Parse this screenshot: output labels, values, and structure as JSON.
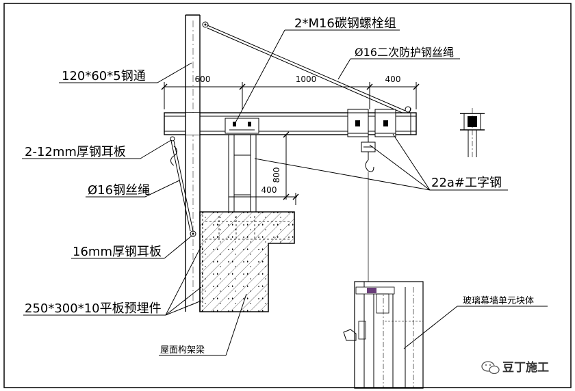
{
  "labels": {
    "bolt_group": "2*M16碳钢螺栓组",
    "secondary_rope": "Ø16二次防护钢丝绳",
    "steel_tube": "120*60*5钢通",
    "ear_plate_12": "2-12mm厚钢耳板",
    "wire_rope": "Ø16钢丝绳",
    "i_beam": "22a#工字钢",
    "ear_plate_16": "16mm厚钢耳板",
    "embed_plate": "250*300*10平板预埋件",
    "roof_beam": "屋面构架梁",
    "curtain_wall": "玻璃幕墙单元块体"
  },
  "dimensions": {
    "d600": "600",
    "d1000": "1000",
    "d400_top": "400",
    "d800": "800",
    "d400_low": "400"
  },
  "watermark": {
    "text": "豆丁施工",
    "icon": "wechat-icon"
  }
}
